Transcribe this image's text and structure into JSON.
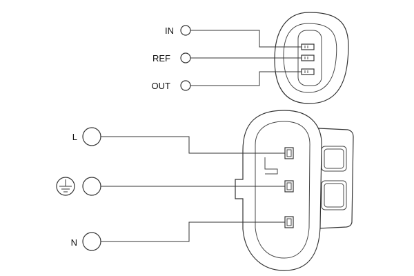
{
  "sensor_connector": {
    "pins": [
      {
        "label": "IN"
      },
      {
        "label": "REF"
      },
      {
        "label": "OUT"
      }
    ]
  },
  "power_connector": {
    "pins": [
      {
        "label": "L"
      },
      {
        "label": "",
        "icon": "ground-icon"
      },
      {
        "label": "N"
      }
    ]
  }
}
